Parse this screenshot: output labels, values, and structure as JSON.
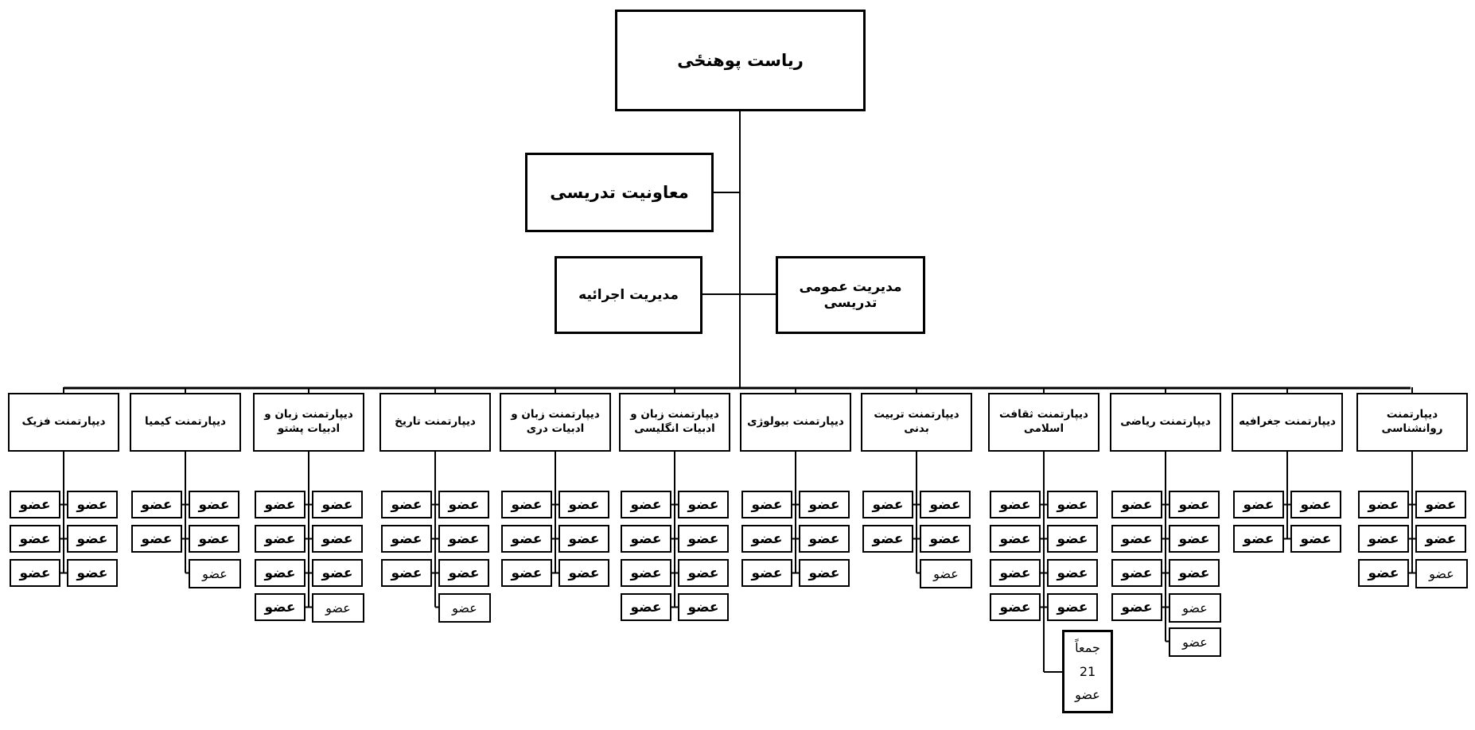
{
  "top_boxes": {
    "directorate": "ریاست پوهنځی",
    "teaching_deputy": "معاونیت تدریسی",
    "executive_management": "مدیریت اجرائیه",
    "general_teaching_management": "مدیریت عمومی تدریسی"
  },
  "member_label": "عضو",
  "total_box": {
    "label": "جمعاً 21 عضو",
    "lines": [
      "جمعاً",
      "21",
      "عضو"
    ]
  },
  "departments": [
    {
      "name": "دیپارتمنت فزیک",
      "rows": [
        "LR",
        "LR",
        "LR"
      ],
      "member_count": 6
    },
    {
      "name": "دیپارتمنت کیمیا",
      "rows": [
        "LR",
        "LR",
        "r"
      ],
      "member_count": 5
    },
    {
      "name": "دیپارتمنت زبان و ادبیات پشتو",
      "rows": [
        "LR",
        "LR",
        "LR",
        "Lr"
      ],
      "member_count": 8
    },
    {
      "name": "دیپارتمنت تاریخ",
      "rows": [
        "LR",
        "LR",
        "LR",
        "r"
      ],
      "member_count": 7
    },
    {
      "name": "دیپارتمنت زبان و ادبیات دری",
      "rows": [
        "LR",
        "LR",
        "LR"
      ],
      "member_count": 6
    },
    {
      "name": "دیپارتمنت زبان و ادبیات انگلیسی",
      "rows": [
        "LR",
        "LR",
        "LR",
        "LR"
      ],
      "member_count": 8
    },
    {
      "name": "دیپارتمنت بیولوژی",
      "rows": [
        "LR",
        "LR",
        "LR"
      ],
      "member_count": 6
    },
    {
      "name": "دیپارتمنت تربیت بدنی",
      "rows": [
        "LR",
        "LR",
        "r"
      ],
      "member_count": 5
    },
    {
      "name": "دیپارتمنت ثقافت اسلامی",
      "rows": [
        "LR",
        "LR",
        "LR",
        "LR"
      ],
      "member_count": 8,
      "total_note": "جمعاً 21 عضو"
    },
    {
      "name": "دیپارتمنت ریاضی",
      "rows": [
        "LR",
        "LR",
        "LR",
        "Lr",
        "r"
      ],
      "member_count": 9
    },
    {
      "name": "دیپارتمنت جغرافیه",
      "rows": [
        "LR",
        "LR"
      ],
      "member_count": 4
    },
    {
      "name": "دیپارتمنت روانشناسی",
      "rows": [
        "LR",
        "LR",
        "Lr"
      ],
      "member_count": 6
    }
  ]
}
